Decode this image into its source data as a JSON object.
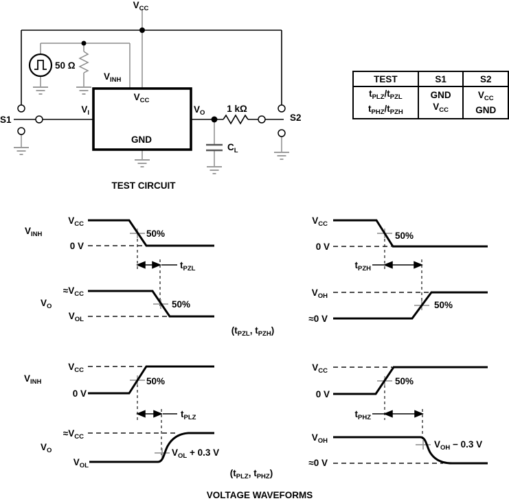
{
  "colors": {
    "black": "#000000",
    "gray_wire": "#8c8c8c",
    "marker_gray": "#999999",
    "background": "#ffffff"
  },
  "circuit": {
    "caption": "TEST CIRCUIT",
    "labels": {
      "vcc_top": [
        {
          "t": "V"
        },
        {
          "s": "CC"
        }
      ],
      "source_resistor": "50 Ω",
      "vinh": [
        {
          "t": "V"
        },
        {
          "s": "INH"
        }
      ],
      "s1": "S1",
      "vi": [
        {
          "t": "V"
        },
        {
          "s": "I"
        }
      ],
      "dut_vcc": [
        {
          "t": "V"
        },
        {
          "s": "CC"
        }
      ],
      "dut_gnd": "GND",
      "vo": [
        {
          "t": "V"
        },
        {
          "s": "O"
        }
      ],
      "load_resistor": "1 kΩ",
      "load_capacitor": [
        {
          "t": "C"
        },
        {
          "s": "L"
        }
      ],
      "s2": "S2"
    },
    "icons": {
      "pulse_generator": "pulse-generator-icon",
      "ground": "ground-icon"
    }
  },
  "table": {
    "headers": [
      "TEST",
      "S1",
      "S2"
    ],
    "col_test": [
      [
        {
          "t": "t"
        },
        {
          "s": "PLZ"
        },
        {
          "t": "/t"
        },
        {
          "s": "PZL"
        }
      ],
      [
        {
          "t": "t"
        },
        {
          "s": "PHZ"
        },
        {
          "t": "/t"
        },
        {
          "s": "PZH"
        }
      ]
    ],
    "col_s1": [
      [
        {
          "t": "GND"
        }
      ],
      [
        {
          "t": "V"
        },
        {
          "s": "CC"
        }
      ]
    ],
    "col_s2": [
      [
        {
          "t": "V"
        },
        {
          "s": "CC"
        }
      ],
      [
        {
          "t": "GND"
        }
      ]
    ]
  },
  "waveforms": {
    "title": "VOLTAGE WAVEFORMS",
    "captions": {
      "top_pair": [
        {
          "t": "(t"
        },
        {
          "s": "PZL"
        },
        {
          "t": ", t"
        },
        {
          "s": "PZH"
        },
        {
          "t": ")"
        }
      ],
      "bottom_pair": [
        {
          "t": "(t"
        },
        {
          "s": "PLZ"
        },
        {
          "t": ", t"
        },
        {
          "s": "PHZ"
        },
        {
          "t": ")"
        }
      ]
    },
    "panel_top_left": {
      "signal_in": [
        {
          "t": "V"
        },
        {
          "s": "INH"
        }
      ],
      "signal_out": [
        {
          "t": "V"
        },
        {
          "s": "O"
        }
      ],
      "in_high": [
        {
          "t": "V"
        },
        {
          "s": "CC"
        }
      ],
      "in_low": "0 V",
      "in_pct": "50%",
      "t_label": [
        {
          "t": "t"
        },
        {
          "s": "PZL"
        }
      ],
      "out_high": [
        {
          "t": "≈V"
        },
        {
          "s": "CC"
        }
      ],
      "out_low": [
        {
          "t": "V"
        },
        {
          "s": "OL"
        }
      ],
      "out_pct": "50%"
    },
    "panel_top_right": {
      "in_high": [
        {
          "t": "V"
        },
        {
          "s": "CC"
        }
      ],
      "in_low": "0 V",
      "in_pct": "50%",
      "t_label": [
        {
          "t": "t"
        },
        {
          "s": "PZH"
        }
      ],
      "out_high": [
        {
          "t": "V"
        },
        {
          "s": "OH"
        }
      ],
      "out_low": "≈0 V",
      "out_pct": "50%"
    },
    "panel_bottom_left": {
      "signal_in": [
        {
          "t": "V"
        },
        {
          "s": "INH"
        }
      ],
      "signal_out": [
        {
          "t": "V"
        },
        {
          "s": "O"
        }
      ],
      "in_high": [
        {
          "t": "V"
        },
        {
          "s": "CC"
        }
      ],
      "in_low": "0 V",
      "in_pct": "50%",
      "t_label": [
        {
          "t": "t"
        },
        {
          "s": "PLZ"
        }
      ],
      "out_high": [
        {
          "t": "≈V"
        },
        {
          "s": "CC"
        }
      ],
      "out_low": [
        {
          "t": "V"
        },
        {
          "s": "OL"
        }
      ],
      "annotation": [
        {
          "t": "V"
        },
        {
          "s": "OL"
        },
        {
          "t": " + 0.3 V"
        }
      ]
    },
    "panel_bottom_right": {
      "in_high": [
        {
          "t": "V"
        },
        {
          "s": "CC"
        }
      ],
      "in_low": "0 V",
      "in_pct": "50%",
      "t_label": [
        {
          "t": "t"
        },
        {
          "s": "PHZ"
        }
      ],
      "out_high": [
        {
          "t": "V"
        },
        {
          "s": "OH"
        }
      ],
      "out_low": "≈0 V",
      "annotation": [
        {
          "t": "V"
        },
        {
          "s": "OH"
        },
        {
          "t": " − 0.3 V"
        }
      ]
    }
  }
}
